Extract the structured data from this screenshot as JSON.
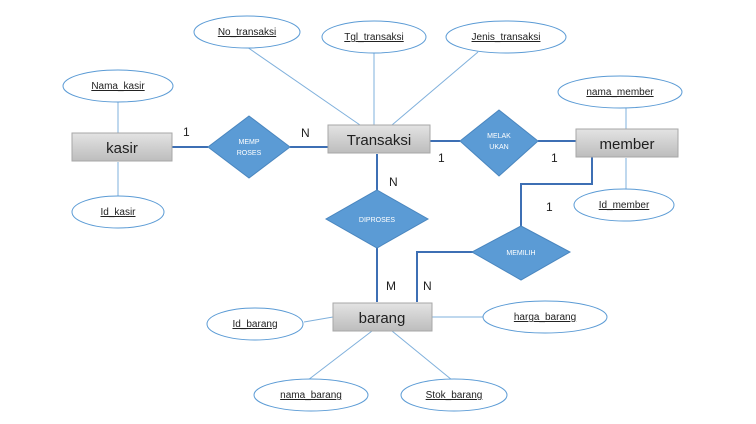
{
  "entities": {
    "kasir": "kasir",
    "transaksi": "Transaksi",
    "member": "member",
    "barang": "barang"
  },
  "attributes": {
    "nama_kasir": "Nama_kasir",
    "id_kasir": "Id_kasir",
    "no_transaksi": "No_transaksi",
    "tgl_transaksi": "Tgl_transaksi",
    "jenis_transaksi": "Jenis_transaksi",
    "nama_member": "nama_member",
    "id_member": "Id_member",
    "id_barang": "Id_barang",
    "harga_barang": "harga_barang",
    "nama_barang": "nama_barang",
    "stok_barang": "Stok_barang"
  },
  "relationships": {
    "memproses": [
      "MEMP",
      "ROSES"
    ],
    "melakukan": [
      "MELAK",
      "UKAN"
    ],
    "diproses": [
      "DIPROSES"
    ],
    "memilih": [
      "MEMILIH"
    ]
  },
  "cardinalities": {
    "kasir_memproses": "1",
    "transaksi_memproses": "N",
    "transaksi_melakukan": "1",
    "member_melakukan": "1",
    "transaksi_diproses": "N",
    "barang_diproses": "M",
    "member_memilih": "1",
    "barang_memilih": "N"
  },
  "colors": {
    "diamond_fill": "#5b9bd5",
    "line": "#3d6fb4",
    "entity_fill": "#c9c9c9",
    "spellcheck_underline": "#d02020"
  }
}
